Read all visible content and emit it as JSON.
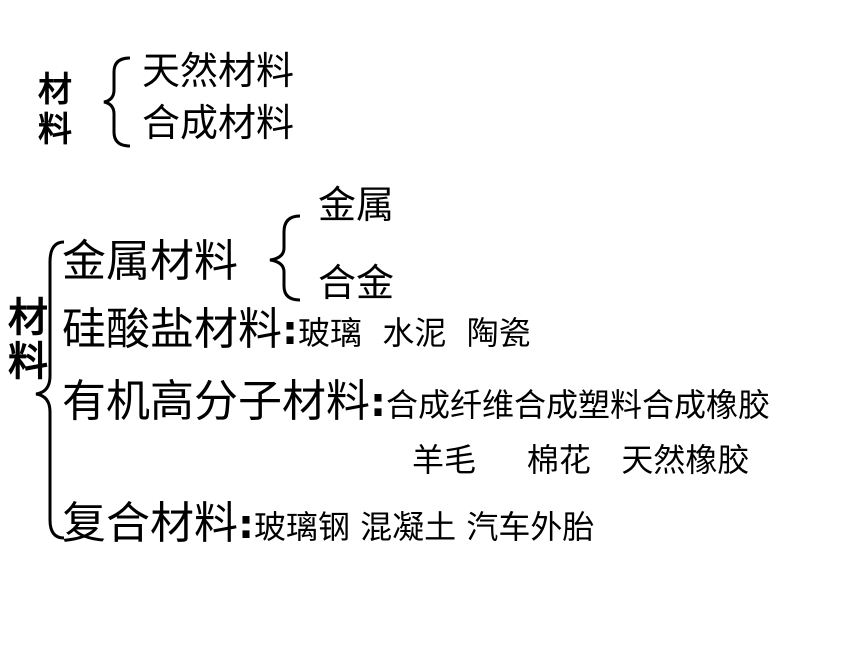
{
  "top": {
    "root": "材料",
    "children": [
      "天然材料",
      "合成材料"
    ]
  },
  "main": {
    "root": "材料",
    "metal": {
      "label": "金属材料",
      "children": [
        "金属",
        "合金"
      ]
    },
    "silicate": {
      "label": "硅酸盐材料",
      "sep": ":",
      "examples": "玻璃  水泥  陶瓷"
    },
    "polymer": {
      "label": "有机高分子材料",
      "sep": ":",
      "synthetic": "合成纤维合成塑料合成橡胶",
      "natural": "羊毛     棉花   天然橡胶"
    },
    "composite": {
      "label": "复合材料",
      "sep": ":",
      "examples": "玻璃钢 混凝土 汽车外胎"
    }
  }
}
